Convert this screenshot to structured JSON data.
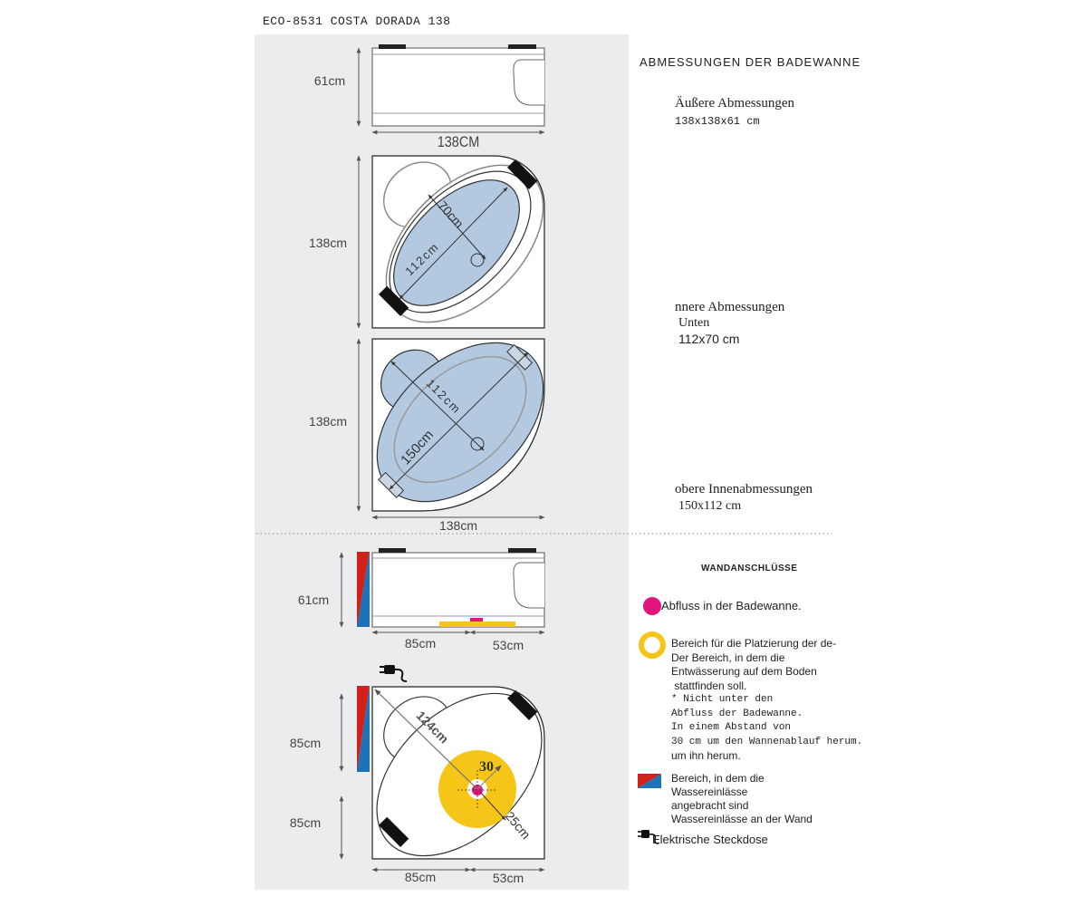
{
  "header": {
    "title": "ECO-8531 COSTA DORADA 138"
  },
  "side_views": {
    "top": {
      "height_label": "61cm",
      "width_label": "138CM"
    },
    "bottom": {
      "height_label": "61cm",
      "left_label": "85cm",
      "right_label": "53cm"
    }
  },
  "plan_inner": {
    "height_label": "138cm",
    "width_diag_label": "70cm",
    "length_diag_label": "112cm"
  },
  "plan_upper": {
    "height_label": "138cm",
    "width_label": "138cm",
    "width_diag_label": "112cm",
    "length_diag_label": "150cm"
  },
  "plan_connections": {
    "height_top_label": "85cm",
    "height_bottom_label": "85cm",
    "width_left_label": "85cm",
    "width_right_label": "53cm",
    "diag_label": "124cm",
    "radius_label": "30",
    "offset_label": "25cm"
  },
  "dimensions": {
    "section_title": "ABMESSUNGEN DER BADEWANNE",
    "outer_label": "Äußere Abmessungen",
    "outer_value": "138x138x61 cm",
    "inner_label": "nnere Abmessungen",
    "inner_sub": "Unten",
    "inner_value": "112x70 cm",
    "upper_label": "obere Innenabmessungen",
    "upper_value": "150x112 cm"
  },
  "connections": {
    "title": "WANDANSCHLÜSSE",
    "drain": "Abfluss in der Badewanne.",
    "area_lines": [
      "Bereich für die Platzierung der de-",
      "Der Bereich, in dem die",
      "Entwässerung auf dem Boden",
      " stattfinden soll."
    ],
    "note_lines": [
      "* Nicht unter den",
      "Abfluss der Badewanne.",
      "In einem Abstand von",
      "30 cm um den Wannenablauf herum."
    ],
    "note_end": "um ihn herum.",
    "water_lines": [
      "Bereich, in dem die",
      "Wassereinlässe",
      "angebracht sind",
      "Wassereinlässe an der Wand"
    ],
    "socket": "Elektrische Steckdose"
  },
  "colors": {
    "panel": "#ebecee",
    "water": "#b3c9df",
    "drain": "#e2157c",
    "drain_area": "#f5c518",
    "pipe_red": "#d0221b",
    "pipe_blue": "#1d72b8"
  }
}
